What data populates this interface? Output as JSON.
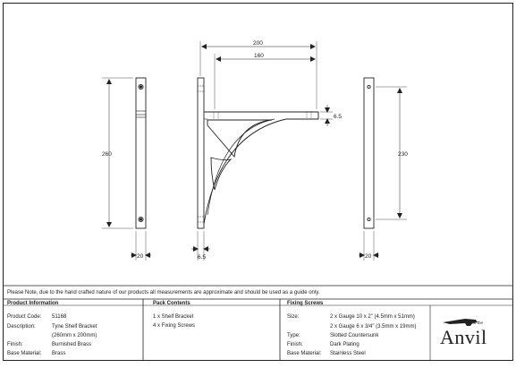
{
  "drawing": {
    "dims": {
      "left_height": "260",
      "left_width": "20",
      "side_thickness": "6.5",
      "overall_length": "200",
      "arm_length": "160",
      "arm_thickness": "6.5",
      "right_height": "230",
      "right_width": "20"
    }
  },
  "note": "Please Note, due to the hand crafted nature of our products all measurements are approximate and should be used as a guide only.",
  "product_info": {
    "heading": "Product Information",
    "rows": [
      {
        "label": "Product Code:",
        "value": "51168"
      },
      {
        "label": "Description:",
        "value": "Tyne Shelf Bracket"
      },
      {
        "label": "",
        "value": "(260mm x 200mm)"
      },
      {
        "label": "Finish:",
        "value": "Burnished Brass"
      },
      {
        "label": "Base Material:",
        "value": "Brass"
      }
    ]
  },
  "pack_contents": {
    "heading": "Pack Contents",
    "items": [
      "1 x Shelf Bracket",
      "4 x Fixing Screws"
    ]
  },
  "fixing_screws": {
    "heading": "Fixing Screws",
    "rows": [
      {
        "label": "Size:",
        "value": "2 x Gauge 10 x 2\" (4.5mm x 51mm)"
      },
      {
        "label": "",
        "value": "2 x Gauge 6 x 3/4\" (3.5mm x 19mm)"
      },
      {
        "label": "Type:",
        "value": "Slotted Countersunk"
      },
      {
        "label": "Finish:",
        "value": "Dark Plating"
      },
      {
        "label": "Base Material:",
        "value": "Stainless Steel"
      }
    ]
  },
  "logo": {
    "small": "From the",
    "brand": "Anvil"
  }
}
